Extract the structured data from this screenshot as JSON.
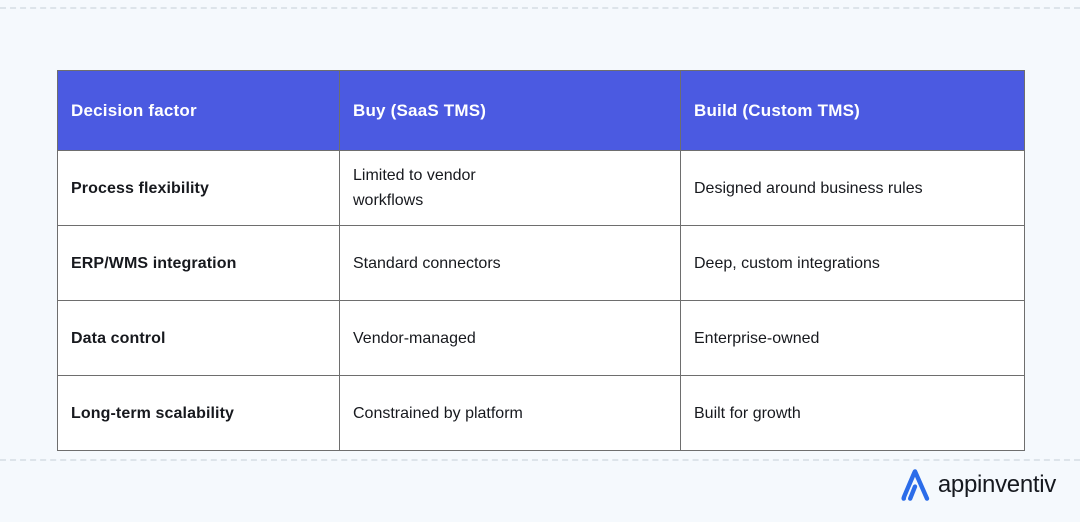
{
  "page": {
    "background_color": "#f5f9fd"
  },
  "table": {
    "header_bg_color": "#4b5ae1",
    "header_text_color": "#ffffff",
    "border_color": "#6e6e6e",
    "body_text_color": "#17191e",
    "columns": [
      "Decision factor",
      "Buy (SaaS TMS)",
      "Build (Custom TMS)"
    ],
    "rows": [
      {
        "factor": "Process flexibility",
        "buy": "Limited to vendor\nworkflows",
        "build": "Designed around business rules"
      },
      {
        "factor": "ERP/WMS integration",
        "buy": "Standard connectors",
        "build": "Deep, custom integrations"
      },
      {
        "factor": "Data control",
        "buy": "Vendor-managed",
        "build": "Enterprise-owned"
      },
      {
        "factor": "Long-term scalability",
        "buy": "Constrained by platform",
        "build": "Built for growth"
      }
    ]
  },
  "branding": {
    "logo_text": "appinventiv",
    "logo_text_color": "#16191f",
    "logo_mark_color": "#2b6ce9",
    "logo_icon": "appinventiv-a-triangle-icon"
  }
}
